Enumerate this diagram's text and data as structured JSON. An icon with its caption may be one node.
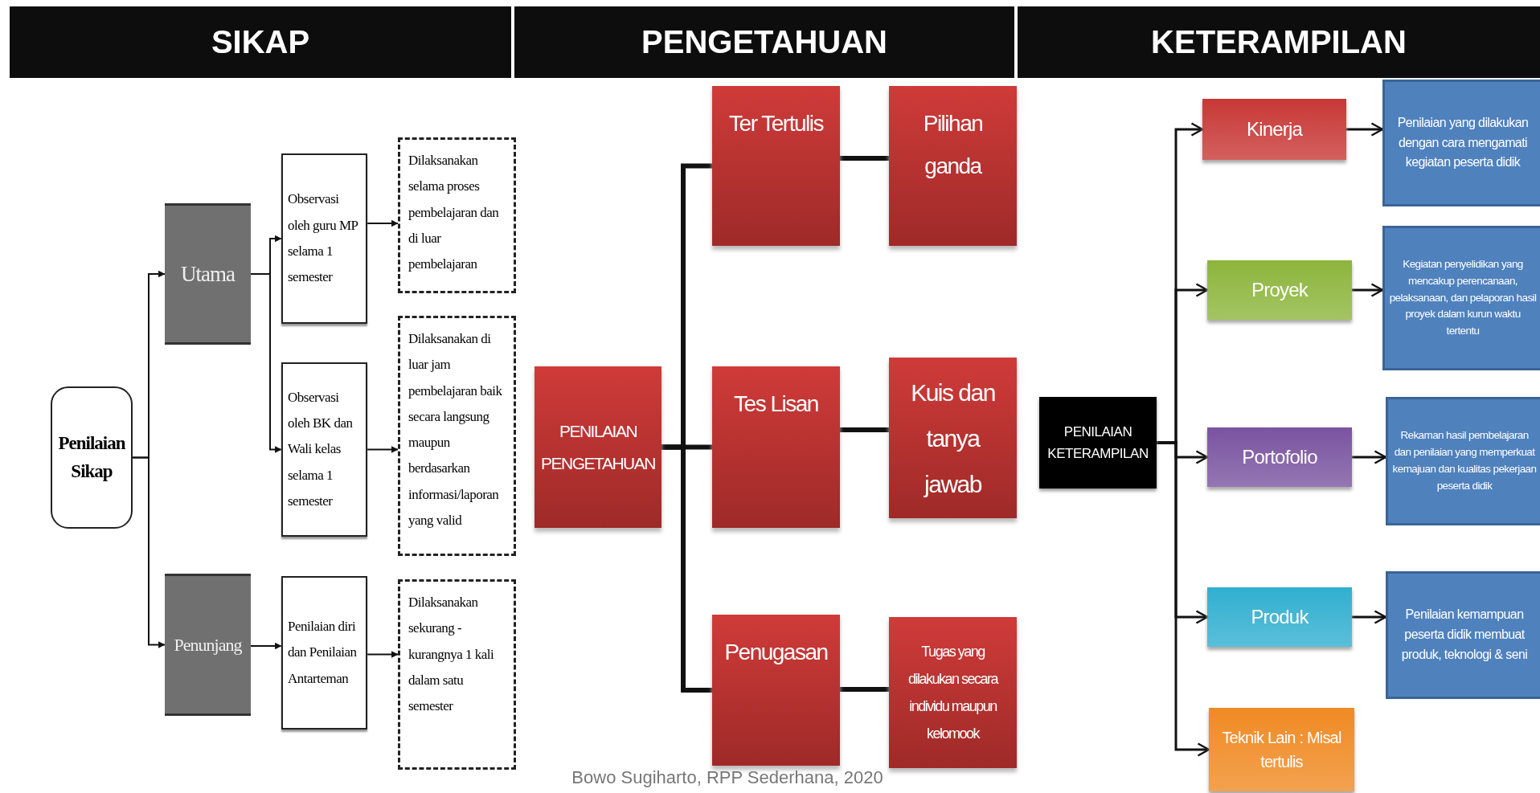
{
  "diagram": {
    "caption": "Bowo Sugiharto, RPP Sederhana, 2020",
    "nodes": [
      {
        "text": [
          "SIKAP"
        ]
      },
      {
        "text": [
          "PENGETAHUAN"
        ]
      },
      {
        "text": [
          "KETERAMPILAN"
        ]
      },
      {
        "text": [
          "Penilaian Sikap"
        ]
      },
      {
        "text": [
          "Utama"
        ]
      },
      {
        "text": [
          "Penunjang"
        ]
      },
      {
        "text": [
          "Observasi oleh guru MP selama 1 semester"
        ]
      },
      {
        "text": [
          "Observasi oleh BK dan Wali kelas selama 1 semester"
        ]
      },
      {
        "text": [
          "Penilaian diri dan Penilaian Antarteman"
        ]
      },
      {
        "text": [
          "Dilaksanakan selama proses pembelajaran dan di luar pembelajaran"
        ]
      },
      {
        "text": [
          "Dilaksanakan di luar jam pembelajaran baik secara langsung maupun berdasarkan informasi/laporan yang valid"
        ]
      },
      {
        "text": [
          "Dilaksanakan sekurang -kurangnya 1 kali dalam satu semester"
        ]
      },
      {
        "text": [
          "PENILAIAN PENGETAHUAN"
        ]
      },
      {
        "text": [
          "Ter Tertulis"
        ]
      },
      {
        "text": [
          "Tes Lisan"
        ]
      },
      {
        "text": [
          "Penugasan"
        ]
      },
      {
        "text": [
          "Pilihan ganda"
        ]
      },
      {
        "text": [
          "Kuis dan tanya jawab"
        ]
      },
      {
        "text": [
          "Tugas yang dilakukan secara individu maupun kelomook"
        ]
      },
      {
        "text": [
          "PENILAIAN KETERAMPILAN"
        ]
      },
      {
        "text": [
          "Kinerja"
        ]
      },
      {
        "text": [
          "Proyek"
        ]
      },
      {
        "text": [
          "Portofolio"
        ]
      },
      {
        "text": [
          "Produk"
        ]
      },
      {
        "text": [
          "Teknik Lain : Misal tertulis"
        ]
      },
      {
        "text": [
          "Penilaian yang dilakukan dengan cara mengamati kegiatan peserta didik"
        ]
      },
      {
        "text": [
          "Kegiatan penyelidikan yang mencakup perencanaan, pelaksanaan, dan pelaporan hasil proyek dalam kurun waktu tertentu"
        ]
      },
      {
        "text": [
          "Rekaman hasil pembelajaran dan penilaian yang memperkuat kemajuan dan kualitas pekerjaan peserta didik"
        ]
      },
      {
        "text": [
          "Penilaian kemampuan peserta didik membuat produk, teknologi & seni"
        ]
      }
    ],
    "edges": [
      {
        "from": 3,
        "to": 4,
        "arrow": "to"
      },
      {
        "from": 3,
        "to": 5,
        "arrow": "to"
      },
      {
        "from": 4,
        "to": 6,
        "arrow": "to"
      },
      {
        "from": 4,
        "to": 7,
        "arrow": "to"
      },
      {
        "from": 5,
        "to": 8,
        "arrow": "to"
      },
      {
        "from": 6,
        "to": 9,
        "arrow": "to"
      },
      {
        "from": 7,
        "to": 10,
        "arrow": "to"
      },
      {
        "from": 8,
        "to": 11,
        "arrow": "to"
      },
      {
        "from": 12,
        "to": 13,
        "arrow": "none",
        "style": "thick"
      },
      {
        "from": 12,
        "to": 14,
        "arrow": "none",
        "style": "thick"
      },
      {
        "from": 12,
        "to": 15,
        "arrow": "none",
        "style": "thick"
      },
      {
        "from": 13,
        "to": 16,
        "arrow": "none",
        "style": "thick"
      },
      {
        "from": 14,
        "to": 17,
        "arrow": "none",
        "style": "thick"
      },
      {
        "from": 15,
        "to": 18,
        "arrow": "none",
        "style": "thick"
      },
      {
        "from": 19,
        "to": 20,
        "arrow": "to"
      },
      {
        "from": 19,
        "to": 21,
        "arrow": "to"
      },
      {
        "from": 19,
        "to": 22,
        "arrow": "to"
      },
      {
        "from": 19,
        "to": 23,
        "arrow": "to"
      },
      {
        "from": 19,
        "to": 24,
        "arrow": "to"
      },
      {
        "from": 20,
        "to": 25,
        "arrow": "to"
      },
      {
        "from": 21,
        "to": 26,
        "arrow": "to"
      },
      {
        "from": 22,
        "to": 27,
        "arrow": "to"
      },
      {
        "from": 23,
        "to": 28,
        "arrow": "to"
      }
    ]
  }
}
